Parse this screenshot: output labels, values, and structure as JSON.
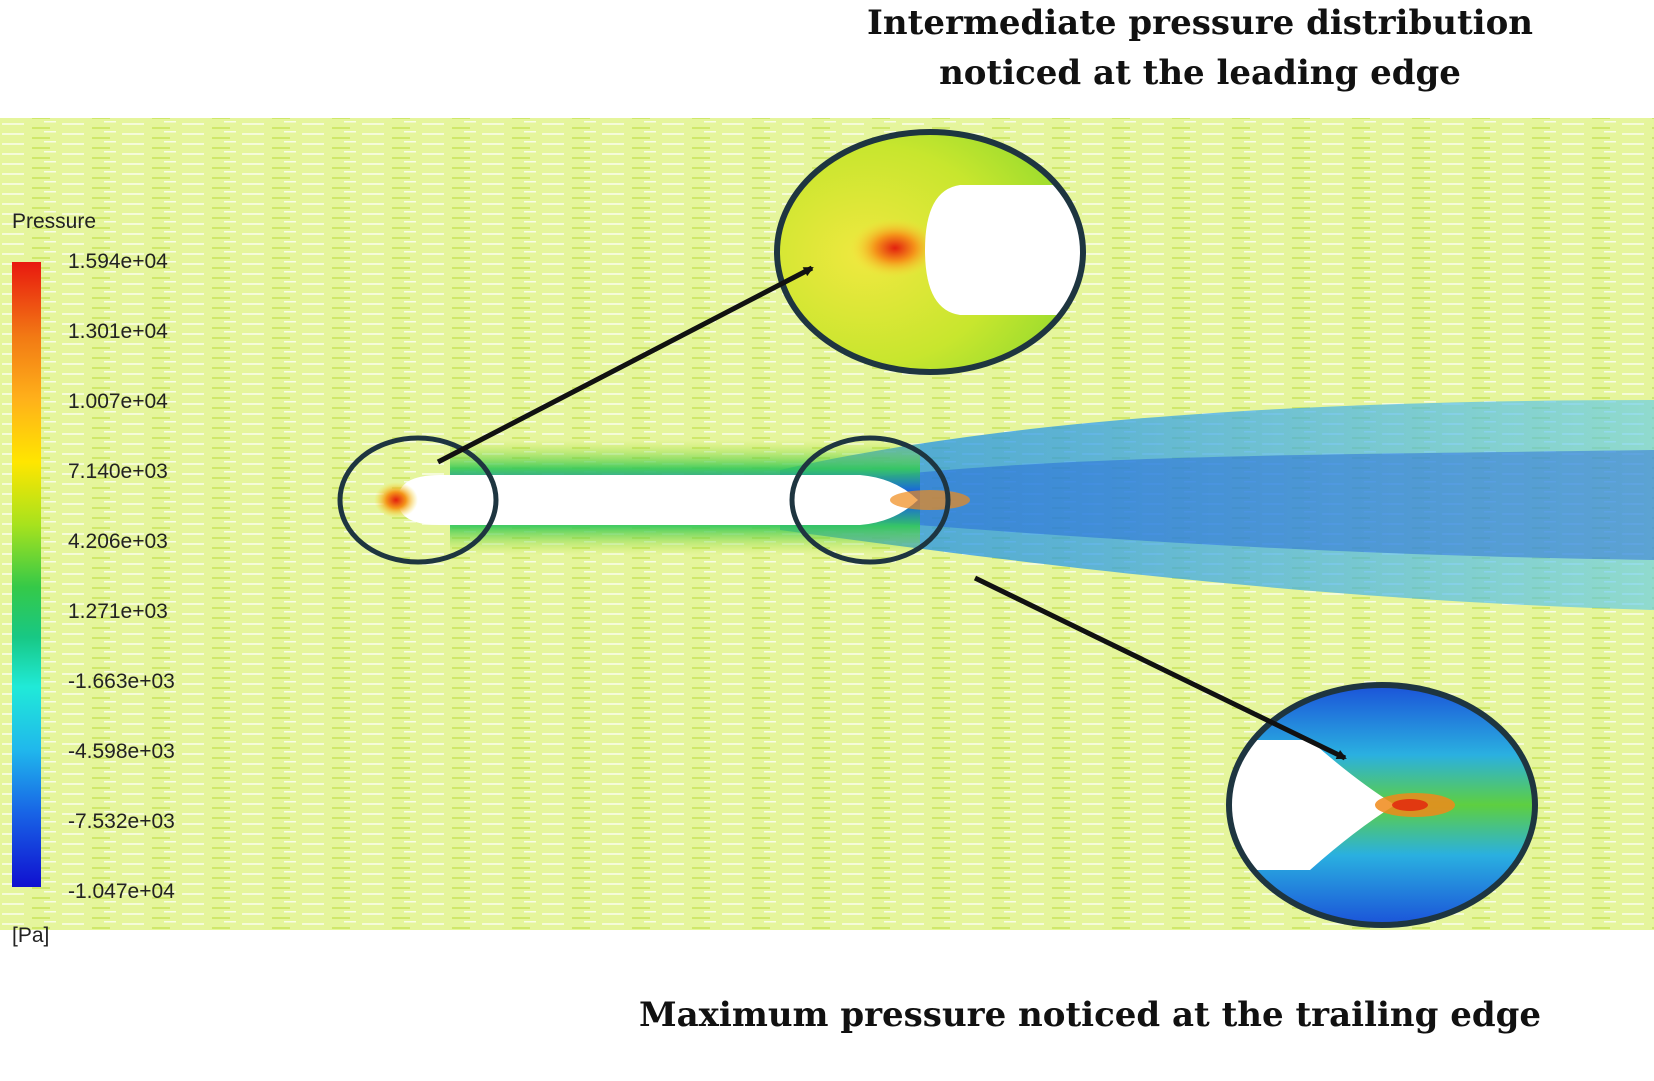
{
  "captions": {
    "top_line1": "Intermediate pressure distribution",
    "top_line2": "noticed at the leading edge",
    "bottom": "Maximum pressure noticed at the trailing edge"
  },
  "legend": {
    "title": "Pressure",
    "unit": "[Pa]",
    "ticks": [
      "1.594e+04",
      "1.301e+04",
      "1.007e+04",
      "7.140e+03",
      "4.206e+03",
      "1.271e+03",
      "-1.663e+03",
      "-4.598e+03",
      "-7.532e+03",
      "-1.047e+04"
    ]
  },
  "colors": {
    "background_field": "#e6f59a",
    "high": "#e8190f",
    "mid": "#9ee11c",
    "low": "#1010d0",
    "outline": "#1e3540"
  }
}
